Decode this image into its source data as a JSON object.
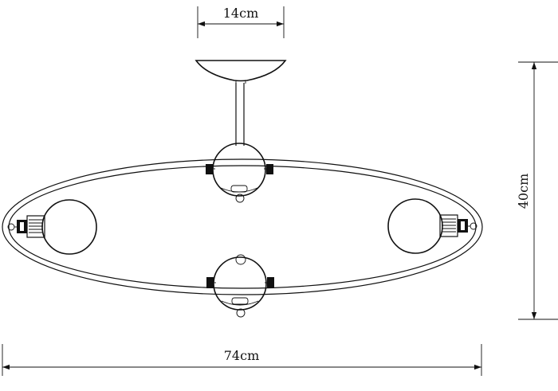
{
  "dimensions": {
    "top_width": "14cm",
    "height": "40cm",
    "total_width": "74cm"
  },
  "colors": {
    "ink": "#111111",
    "background": "#ffffff"
  }
}
